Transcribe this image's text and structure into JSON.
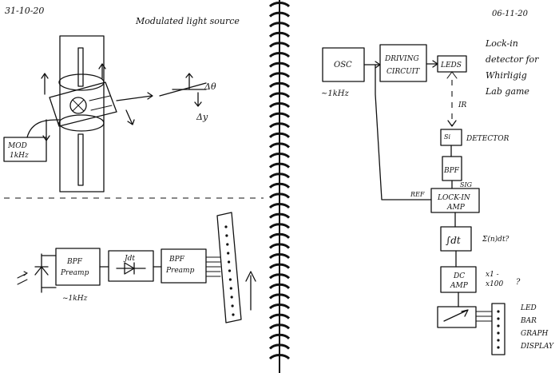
{
  "left_page": {
    "date": "31-10-20",
    "title": "Modulated light source",
    "mod_box": [
      "MOD",
      "1kHz"
    ],
    "delta_theta": "Δθ",
    "delta_y": "Δy",
    "bpf_preamp": [
      "BPF",
      "Preamp"
    ],
    "freq_note": "~1kHz",
    "rect_label": "Jdt",
    "bpf_preamp2": [
      "BPF",
      "Preamp"
    ]
  },
  "right_page": {
    "date": "06-11-20",
    "title_lines": [
      "Lock-in",
      "detector for",
      "Whirligig",
      "Lab game"
    ],
    "osc": "OSC",
    "osc_freq": "~1kHz",
    "driving_circuit": [
      "DRIVING",
      "CIRCUIT"
    ],
    "leds": "LEDS",
    "ir_label": "IR",
    "detector_box": "Si",
    "detector_label": "DETECTOR",
    "bpf": "BPF",
    "sig_label": "SIG",
    "ref_label": "REF",
    "lockin_amp": [
      "LOCK-IN",
      "AMP"
    ],
    "integrator": "∫dt",
    "int_note": "Σ(n)dt?",
    "dc_amp": [
      "DC",
      "AMP"
    ],
    "gain_note": [
      "x1 -",
      "x100",
      "?"
    ],
    "display_labels": [
      "LED",
      "BAR",
      "GRAPH",
      "DISPLAY"
    ]
  }
}
